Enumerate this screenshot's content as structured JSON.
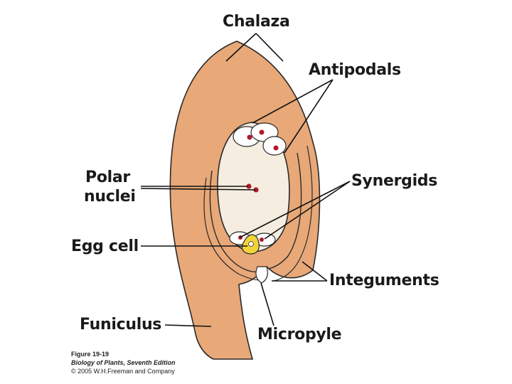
{
  "labels": {
    "chalaza": "Chalaza",
    "antipodals": "Antipodals",
    "polar_nuclei_line1": "Polar",
    "polar_nuclei_line2": "nuclei",
    "synergids": "Synergids",
    "egg_cell": "Egg cell",
    "integuments": "Integuments",
    "funiculus": "Funiculus",
    "micropyle": "Micropyle"
  },
  "caption": {
    "figure": "Figure 19-19",
    "book": "Biology of Plants, Seventh Edition",
    "copyright": "© 2005 W.H.Freeman and Company"
  },
  "colors": {
    "tissue": "#E8A878",
    "tissue_outline": "#2a2a2a",
    "embryo_sac": "#F5EEE0",
    "cell_fill": "#FFFFFF",
    "nucleus": "#B01828",
    "egg_cytoplasm": "#F2D43A",
    "leader_line": "#111111"
  }
}
